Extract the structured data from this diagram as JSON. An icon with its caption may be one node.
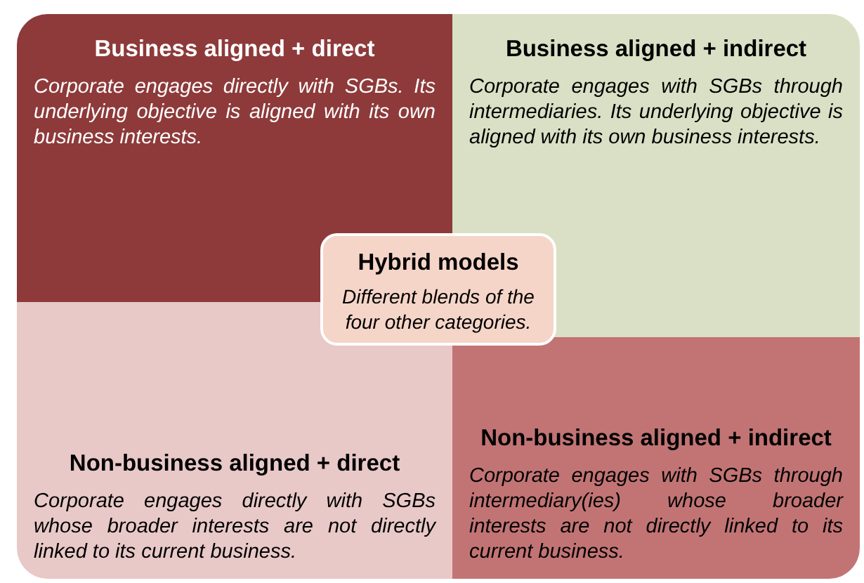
{
  "diagram": {
    "nodes": [
      {
        "text": [
          "Business aligned + direct",
          "Corporate engages directly with SGBs. Its underlying objective is aligned with its own business interests."
        ]
      },
      {
        "text": [
          "Business aligned + indirect",
          "Corporate engages with SGBs through intermediaries. Its underlying objective is aligned with its own business interests."
        ]
      },
      {
        "text": [
          "Non-business aligned + direct",
          "Corporate engages directly with SGBs whose broader interests are not directly linked to its current business."
        ]
      },
      {
        "text": [
          "Non-business aligned + indirect",
          "Corporate engages with SGBs through intermediary(ies) whose broader interests are not directly linked to its current business."
        ]
      },
      {
        "text": [
          "Hybrid models",
          "Different blends of the four other categories."
        ]
      }
    ],
    "edges": []
  }
}
